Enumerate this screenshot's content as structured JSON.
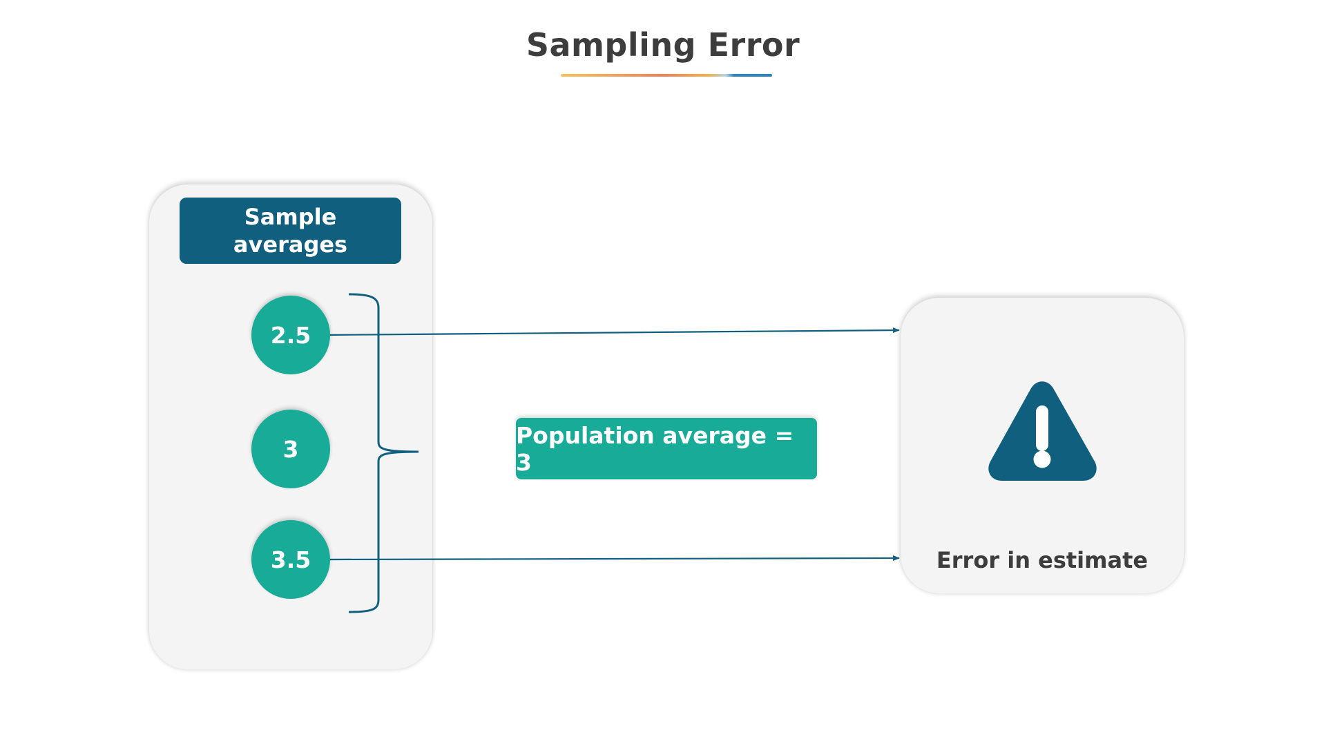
{
  "title": "Sampling Error",
  "sample_panel": {
    "header": "Sample\naverages",
    "values": [
      "2.5",
      "3",
      "3.5"
    ]
  },
  "population_label": "Population average = 3",
  "error_label": "Error in estimate",
  "icons": {
    "warning": "warning-triangle-icon"
  },
  "colors": {
    "dark_teal": "#105f7e",
    "teal": "#17ab98",
    "panel_bg": "#f4f4f4",
    "title_text": "#3d3d3d",
    "underline": [
      "#f7b94c",
      "#ef8a55",
      "#f2b94a",
      "#a8d0e0",
      "#2f86bd"
    ]
  }
}
